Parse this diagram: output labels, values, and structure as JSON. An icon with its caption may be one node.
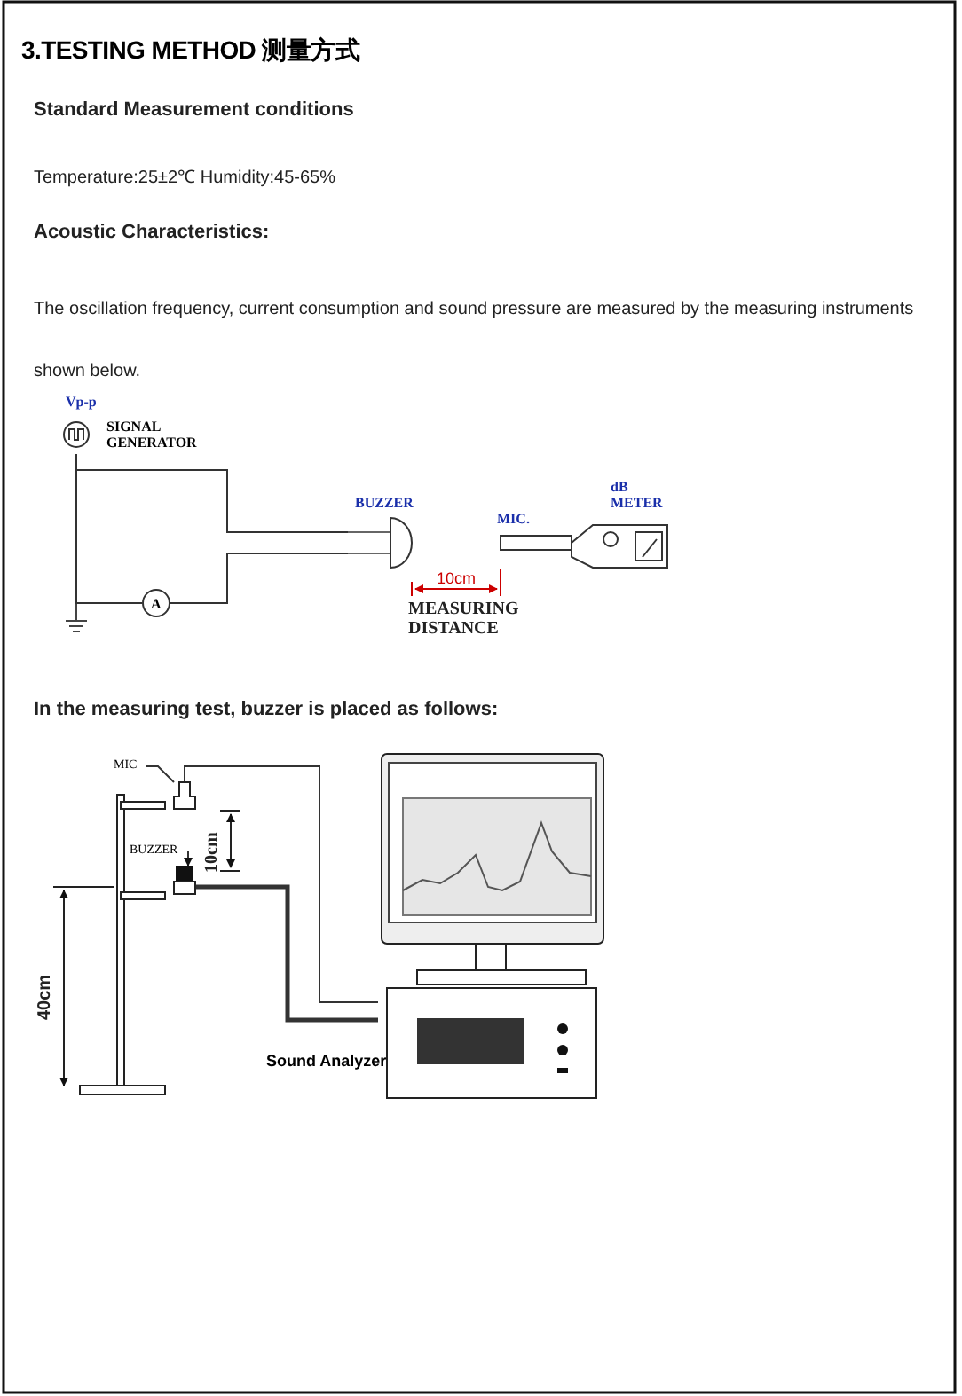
{
  "diagram": {
    "title": "3.TESTING METHOD 测量方式",
    "nodes": [
      {
        "text": [
          "Vp-p",
          "SIGNAL GENERATOR"
        ]
      },
      {
        "text": [
          "A"
        ]
      },
      {
        "text": [
          "BUZZER"
        ]
      },
      {
        "text": [
          "MIC."
        ]
      },
      {
        "text": [
          "dB METER"
        ]
      },
      {
        "text": [
          "MIC"
        ]
      },
      {
        "text": [],
        "shape": "box"
      },
      {
        "text": [
          "BUZZER"
        ]
      },
      {
        "text": [],
        "shape": "box"
      },
      {
        "text": [],
        "shape": "picture",
        "beside": [
          "Sound Analyzer"
        ]
      }
    ],
    "edges": [
      {
        "from": 0,
        "to": 2,
        "arrow": "none"
      },
      {
        "from": 2,
        "to": 1,
        "arrow": "none"
      },
      {
        "from": 1,
        "to": 0,
        "arrow": "none"
      },
      {
        "from": 5,
        "to": 6,
        "arrow": "none"
      },
      {
        "from": 7,
        "to": 8,
        "arrow": "to"
      },
      {
        "from": 6,
        "to": 9,
        "arrow": "none"
      },
      {
        "from": 8,
        "to": 9,
        "arrow": "none",
        "style": "thick"
      }
    ],
    "labels": [
      "Standard Measurement conditions",
      "Temperature:25±2℃ Humidity:45-65%",
      "Acoustic Characteristics:",
      "The oscillation frequency, current consumption and sound pressure are measured by the measuring instruments shown below.",
      "10cm",
      "MEASURING DISTANCE",
      "In the measuring test, buzzer is placed as follows:",
      "10cm",
      "40cm"
    ]
  }
}
